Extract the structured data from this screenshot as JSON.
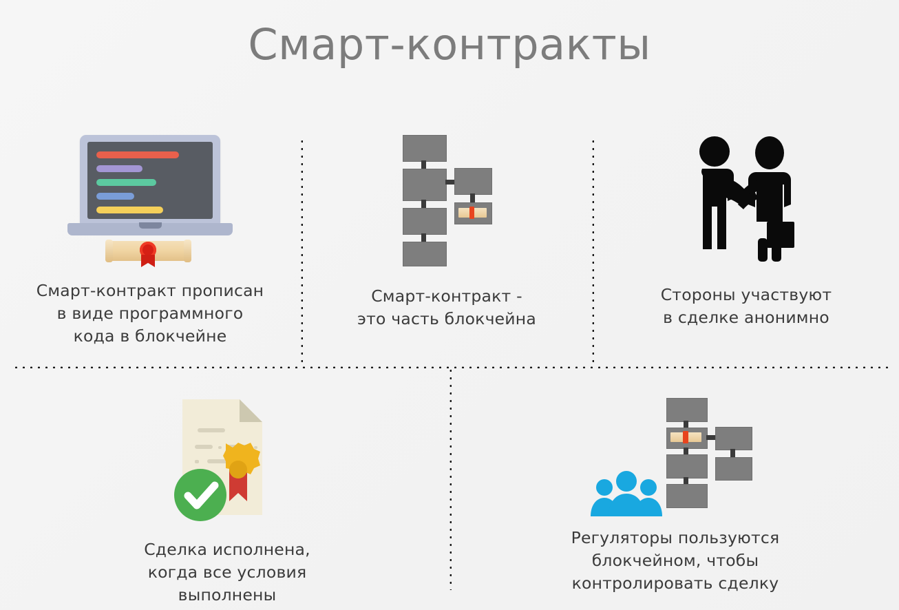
{
  "page": {
    "title": "Смарт-контракты",
    "background_color": "#f3f3f3",
    "title_color": "#7c7c7c",
    "text_color": "#3b3b3b"
  },
  "panels": [
    {
      "id": "panel-code",
      "icon": "laptop-code-certificate-icon",
      "caption_lines": [
        "Смарт-контракт прописан",
        "в виде программного",
        "кода в блокчейне"
      ]
    },
    {
      "id": "panel-blockchain",
      "icon": "blockchain-diagram-icon",
      "caption_lines": [
        "Смарт-контракт -",
        "это часть блокчейна"
      ]
    },
    {
      "id": "panel-parties",
      "icon": "handshake-people-icon",
      "caption_lines": [
        "Стороны участвуют",
        "в сделке анонимно"
      ]
    },
    {
      "id": "panel-executed",
      "icon": "document-seal-check-icon",
      "caption_lines": [
        "Сделка исполнена,",
        "когда все условия",
        "выполнены"
      ]
    },
    {
      "id": "panel-regulators",
      "icon": "people-group-blockchain-icon",
      "caption_lines": [
        "Регуляторы пользуются",
        "блокчейном, чтобы",
        "контролировать сделку"
      ]
    }
  ],
  "icon_colors": {
    "laptop_body": "#bcc3d9",
    "laptop_base": "#aeb6cd",
    "laptop_screen": "#585c63",
    "code_bar_1": "#e8604c",
    "code_bar_2": "#a396d4",
    "code_bar_3": "#5cc9a0",
    "code_bar_4": "#7a9dd8",
    "code_bar_5": "#f5d05a",
    "code_bar_6": "#e8556b",
    "scroll_paper": "#f0d4a2",
    "scroll_seal": "#d61f14",
    "block_gray": "#7e7e7e",
    "block_link": "#3b3b3b",
    "figure_black": "#0a0a0a",
    "document_paper": "#f2ecd8",
    "document_fold": "#c9c4ab",
    "seal_gold": "#f0b41e",
    "seal_ribbon": "#cf3b33",
    "check_green": "#4caf50",
    "people_blue": "#19a8e0"
  },
  "dividers": {
    "horizontal_count": 1,
    "vertical_count": 3,
    "style": "dotted",
    "color": "#1b1b1b"
  }
}
